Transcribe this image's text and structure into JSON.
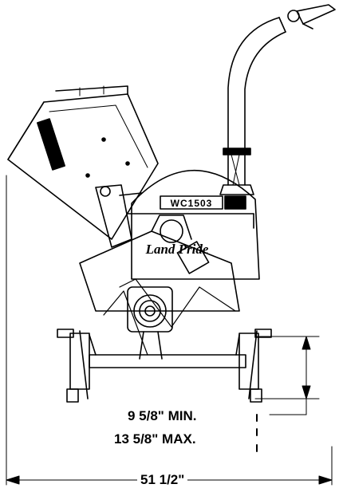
{
  "drawing": {
    "model_plate": "WC1503",
    "brand_script": "Land Pride"
  },
  "dimensions": {
    "height_min": "9 5/8\" MIN.",
    "height_max": "13 5/8\" MAX.",
    "overall_width": "51 1/2\""
  },
  "colors": {
    "line": "#000000",
    "background": "#ffffff"
  }
}
